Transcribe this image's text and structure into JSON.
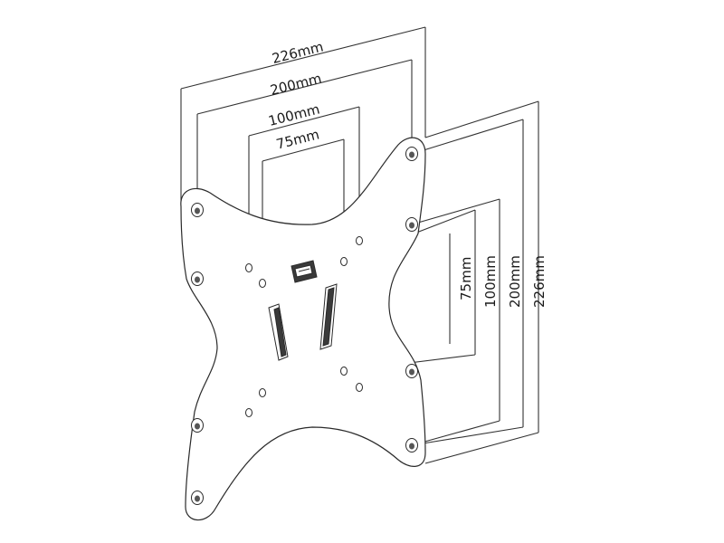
{
  "horizontal_dimensions": [
    {
      "label": "226mm"
    },
    {
      "label": "200mm"
    },
    {
      "label": "100mm"
    },
    {
      "label": "75mm"
    }
  ],
  "vertical_dimensions": [
    {
      "label": "75mm"
    },
    {
      "label": "100mm"
    },
    {
      "label": "200mm"
    },
    {
      "label": "226mm"
    }
  ]
}
